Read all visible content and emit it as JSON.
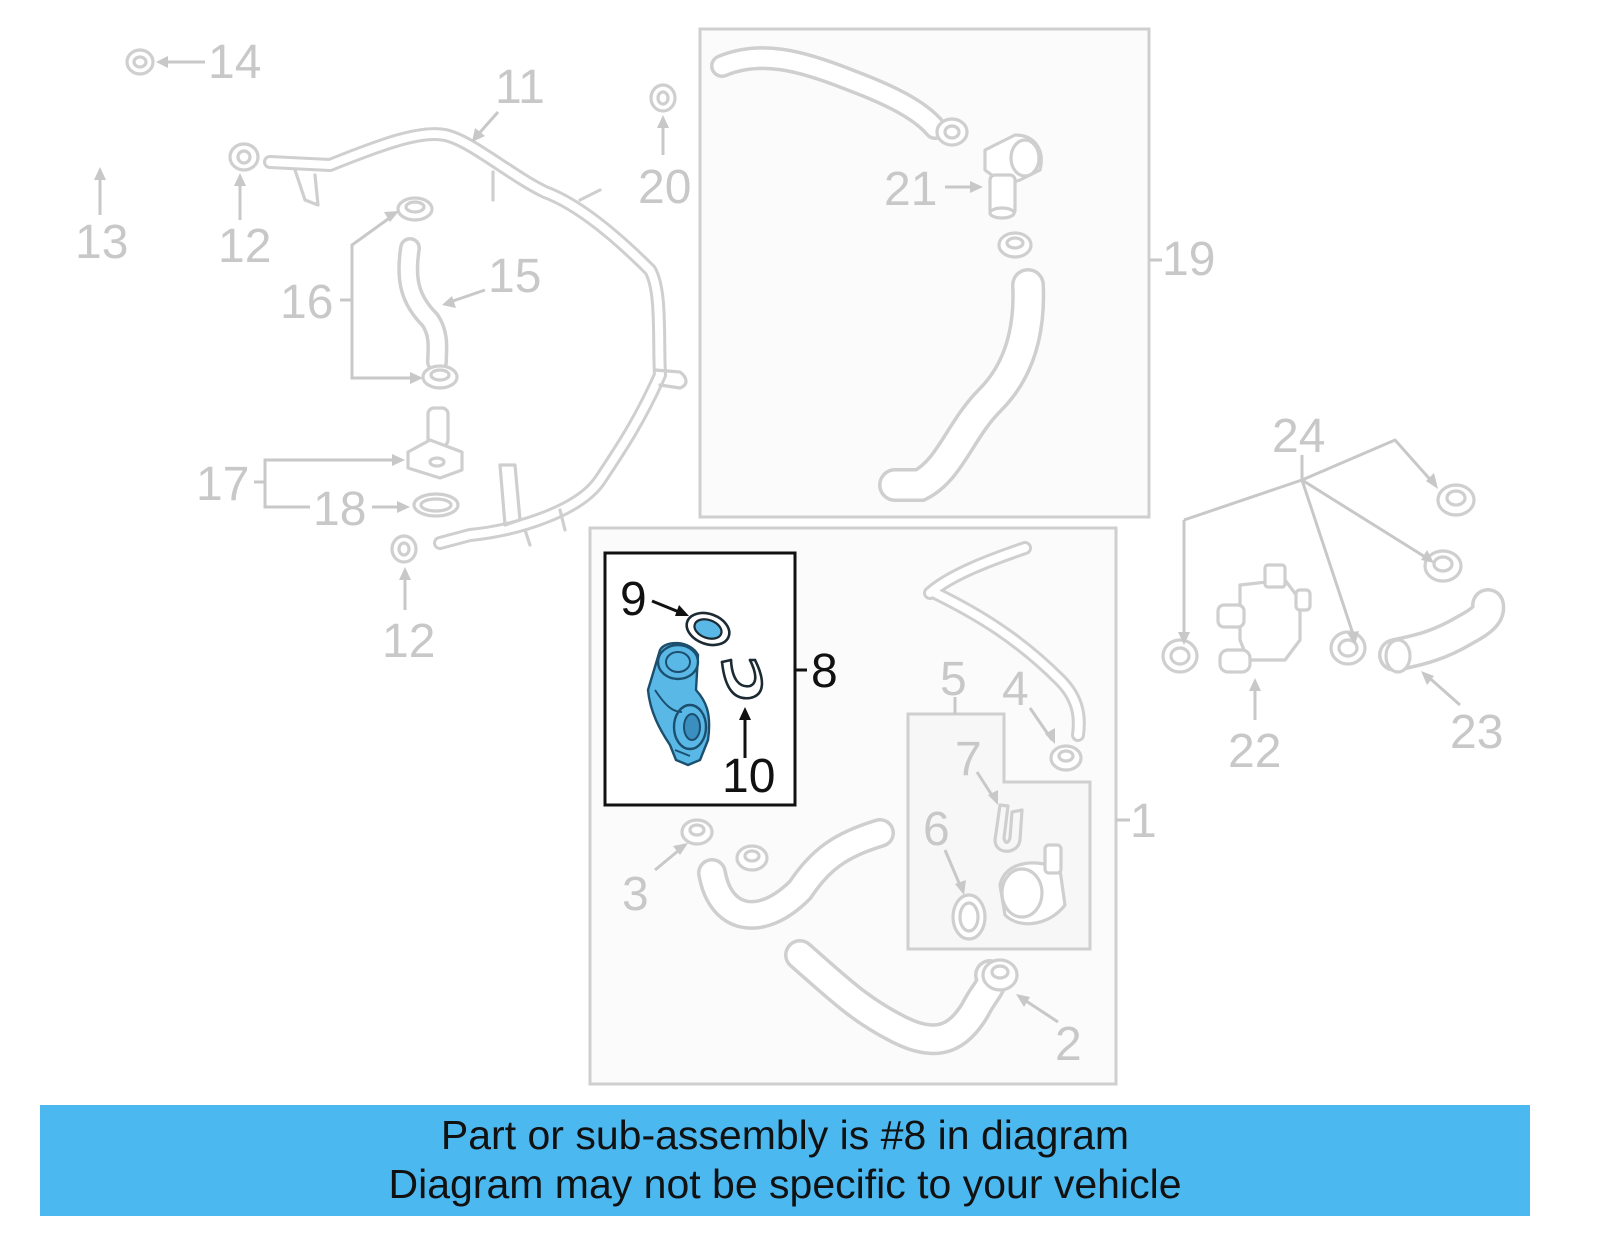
{
  "callouts": {
    "n1": "1",
    "n2": "2",
    "n3": "3",
    "n4": "4",
    "n5": "5",
    "n6": "6",
    "n7": "7",
    "n8": "8",
    "n9": "9",
    "n10": "10",
    "n11": "11",
    "n12a": "12",
    "n12b": "12",
    "n13": "13",
    "n14": "14",
    "n15": "15",
    "n16": "16",
    "n17": "17",
    "n18": "18",
    "n19": "19",
    "n20": "20",
    "n21": "21",
    "n22": "22",
    "n23": "23",
    "n24": "24"
  },
  "highlighted_part": "8",
  "colors": {
    "highlight": "#59b8e6",
    "banner": "#4cb8f0",
    "muted": "#cfcfcf",
    "ink": "#111111"
  },
  "banner": {
    "line1": "Part or sub-assembly is #8 in diagram",
    "line2": "Diagram may not be specific to your vehicle"
  }
}
